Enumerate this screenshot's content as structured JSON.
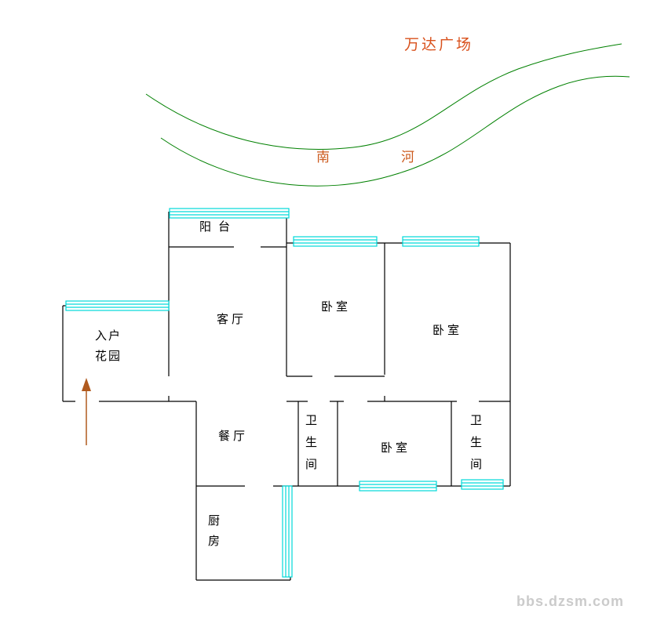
{
  "page": {
    "watermark": "bbs.dzsm.com"
  },
  "colors": {
    "wall": "#000000",
    "window": "#00d9d9",
    "river_line": "#008000",
    "plaza_text": "#d9511c",
    "river_text": "#cc5a1e",
    "entry_arrow": "#b05a1e",
    "watermark_text": "#cbcbcb",
    "room_text": "#000000"
  },
  "map": {
    "plaza_label": "万达广场",
    "river_label_left": "南",
    "river_label_right": "河"
  },
  "rooms": {
    "balcony": {
      "label": "阳台"
    },
    "living_room": {
      "label": "客厅"
    },
    "bedroom_top_middle": {
      "label": "卧室"
    },
    "bedroom_top_right": {
      "label": "卧室"
    },
    "entry_garden": {
      "lines": [
        "入户",
        "花园"
      ]
    },
    "dining_room": {
      "label": "餐厅"
    },
    "bathroom_left": {
      "chars": [
        "卫",
        "生",
        "间"
      ]
    },
    "bedroom_bottom_middle": {
      "label": "卧室"
    },
    "bathroom_right": {
      "chars": [
        "卫",
        "生",
        "间"
      ]
    },
    "kitchen": {
      "lines": [
        "厨",
        "房"
      ]
    }
  }
}
